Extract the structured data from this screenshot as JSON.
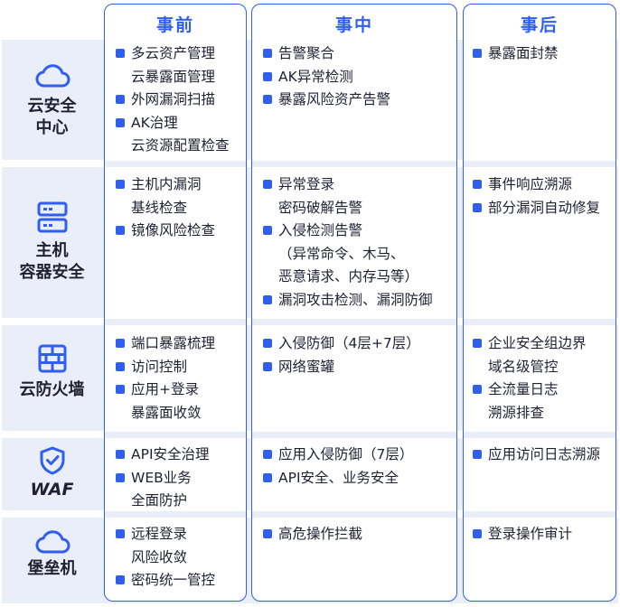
{
  "headers": [
    "事前",
    "事中",
    "事后"
  ],
  "colors": {
    "accent": "#2f5ef0",
    "band": "#e9eef9",
    "text": "#1f2133"
  },
  "rows": [
    {
      "category": [
        "云安全",
        "中心"
      ],
      "icon": "cloud-icon",
      "before": [
        [
          "多云资产管理",
          "云暴露面管理"
        ],
        [
          "外网漏洞扫描"
        ],
        [
          "AK治理",
          "云资源配置检查"
        ]
      ],
      "during": [
        [
          "告警聚合"
        ],
        [
          "AK异常检测"
        ],
        [
          "暴露风险资产告警"
        ]
      ],
      "after": [
        [
          "暴露面封禁"
        ]
      ]
    },
    {
      "category": [
        "主机",
        "容器安全"
      ],
      "icon": "server-icon",
      "before": [
        [
          "主机内漏洞",
          "基线检查"
        ],
        [
          "镜像风险检查"
        ]
      ],
      "during": [
        [
          "异常登录",
          "密码破解告警"
        ],
        [
          "入侵检测告警",
          "（异常命令、木马、",
          "恶意请求、内存马等）"
        ],
        [
          "漏洞攻击检测、漏洞防御"
        ]
      ],
      "after": [
        [
          "事件响应溯源"
        ],
        [
          "部分漏洞自动修复"
        ]
      ]
    },
    {
      "category": [
        "云防火墙"
      ],
      "icon": "firewall-icon",
      "before": [
        [
          "端口暴露梳理"
        ],
        [
          "访问控制"
        ],
        [
          "应用+登录",
          "暴露面收敛"
        ]
      ],
      "during": [
        [
          "入侵防御（4层+7层）"
        ],
        [
          "网络蜜罐"
        ]
      ],
      "after": [
        [
          "企业安全组边界",
          "域名级管控"
        ],
        [
          "全流量日志",
          "溯源排查"
        ]
      ]
    },
    {
      "category": [
        "WAF"
      ],
      "icon": "shield-check-icon",
      "before": [
        [
          "API安全治理"
        ],
        [
          "WEB业务",
          "全面防护"
        ]
      ],
      "during": [
        [
          "应用入侵防御（7层）"
        ],
        [
          "API安全、业务安全"
        ]
      ],
      "after": [
        [
          "应用访问日志溯源"
        ]
      ]
    },
    {
      "category": [
        "堡垒机"
      ],
      "icon": "cloud-icon",
      "before": [
        [
          "远程登录",
          "风险收敛"
        ],
        [
          "密码统一管控"
        ]
      ],
      "during": [
        [
          "高危操作拦截"
        ]
      ],
      "after": [
        [
          "登录操作审计"
        ]
      ]
    }
  ]
}
